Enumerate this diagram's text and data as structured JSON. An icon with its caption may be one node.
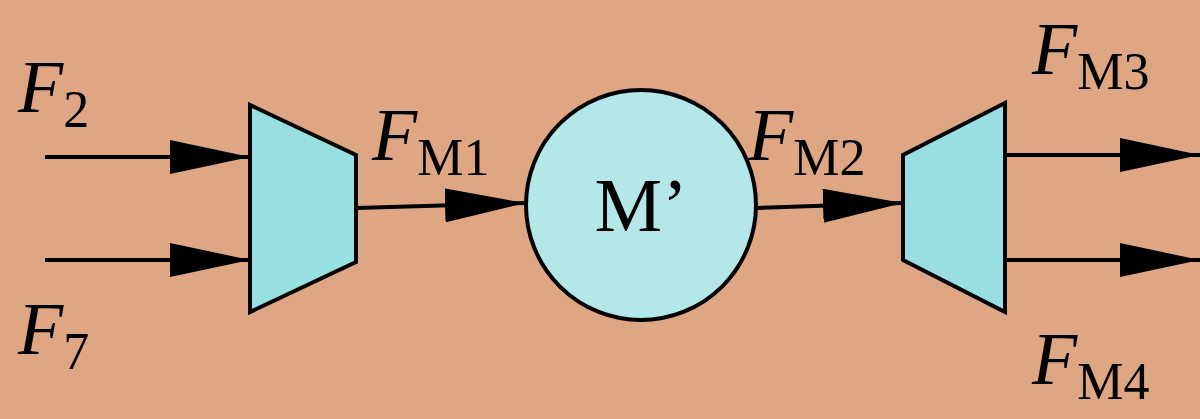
{
  "diagram": {
    "nodes": [
      {
        "text": [],
        "shape": "trapezoid"
      },
      {
        "text": [
          "M’"
        ]
      },
      {
        "text": [],
        "shape": "trapezoid"
      }
    ],
    "edges": [
      {
        "from": null,
        "to": 0,
        "arrow": "to",
        "label": "*F*$_{2}$"
      },
      {
        "from": null,
        "to": 0,
        "arrow": "to",
        "label": "*F*$_{7}$"
      },
      {
        "from": 0,
        "to": 1,
        "arrow": "to",
        "label": "*F*$_{M1}$"
      },
      {
        "from": 1,
        "to": 2,
        "arrow": "to",
        "label": "*F*$_{M2}$"
      },
      {
        "from": 2,
        "to": null,
        "arrow": "to",
        "label": "*F*$_{M3}$"
      },
      {
        "from": 2,
        "to": null,
        "arrow": "to",
        "label": "*F*$_{M4}$"
      }
    ]
  }
}
